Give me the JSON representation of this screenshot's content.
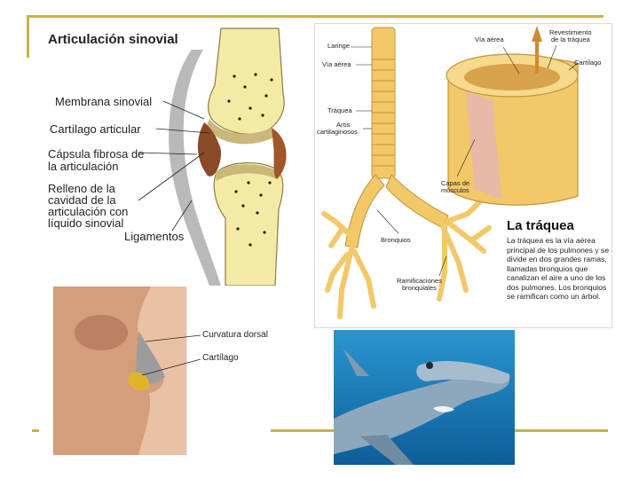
{
  "joint": {
    "title": "Articulación sinovial",
    "labels": {
      "membrana": "Membrana sinovial",
      "cartilago": "Cartílago articular",
      "capsula_1": "Cápsula fibrosa de",
      "capsula_2": "la articulación",
      "relleno_1": "Relleno de la",
      "relleno_2": "cavidad de la",
      "relleno_3": "articulación con",
      "relleno_4": "líquido sinovial",
      "ligamentos": "Ligamentos"
    }
  },
  "trachea": {
    "labels": {
      "laringe": "Laringe",
      "via_aerea_left": "Vía aérea",
      "traquea": "Tráquea",
      "aros_1": "Aros",
      "aros_2": "cartilaginosos",
      "via_aerea_top": "Vía aérea",
      "revest_1": "Revestimiento",
      "revest_2": "de la tráquea",
      "cartilago": "Cartílago",
      "capas_1": "Capas de",
      "capas_2": "músculos",
      "bronquios": "Bronquios",
      "ramif_1": "Ramificaciones",
      "ramif_2": "bronquiales"
    },
    "info_title": "La tráquea",
    "info_text": "La tráquea es la vía aérea principal de los pulmones y se divide en dos grandes ramas, llamadas bronquios que canalizan el aire a uno de los dos pulmones. Los bronquios se ramifican como un árbol."
  },
  "nose": {
    "labels": {
      "curvatura": "Curvatura dorsal",
      "cartilago": "Cartílago"
    }
  },
  "colors": {
    "accent_line": "#c9b04a",
    "bone": "#f3eaa6",
    "trachea": "#f2c869",
    "water": "#1d86c2"
  }
}
